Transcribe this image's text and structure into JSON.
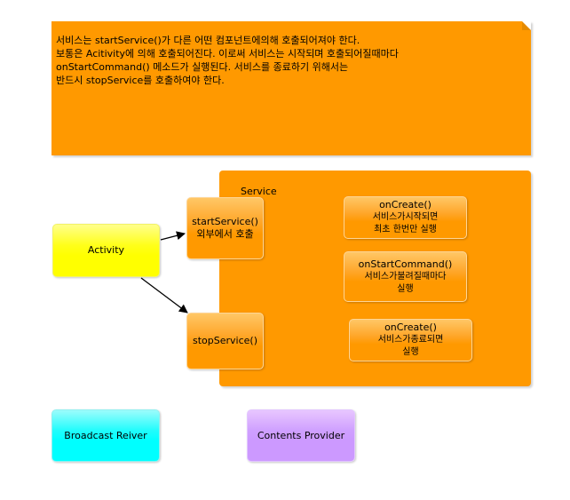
{
  "note": {
    "lines": [
      "서비스는 startService()가 다른 어떤 컴포넌트에의해 호출되어져야 한다.",
      "보통은 Acitivity에 의해 호출되어진다. 이로써 서비스는 시작되며 호출되어질때마다",
      "onStartCommand() 메소드가 실행된다. 서비스를 종료하기 위해서는",
      "반드시 stopService를 호출하여야 한다."
    ]
  },
  "service": {
    "label": "Service",
    "start": {
      "title": "startService()",
      "desc": "외부에서 호출"
    },
    "stop": {
      "title": "stopService()"
    },
    "on_create": {
      "title": "onCreate()",
      "desc": "서비스가시작되면",
      "desc2": "최초 한번만 실행"
    },
    "on_start_command": {
      "title": "onStartCommand()",
      "desc": "서비스가불려질때마다",
      "desc2": "실행"
    },
    "on_destroy": {
      "title": "onCreate()",
      "desc": "서비스가종료되면",
      "desc2": "실행"
    }
  },
  "activity": {
    "label": "Activity"
  },
  "broadcast": {
    "label": "Broadcast Reiver"
  },
  "provider": {
    "label": "Contents Provider"
  },
  "colors": {
    "orange": "#ff9900",
    "yellow": "#ffff00",
    "cyan": "#00ffff",
    "purple": "#cc99ff"
  }
}
